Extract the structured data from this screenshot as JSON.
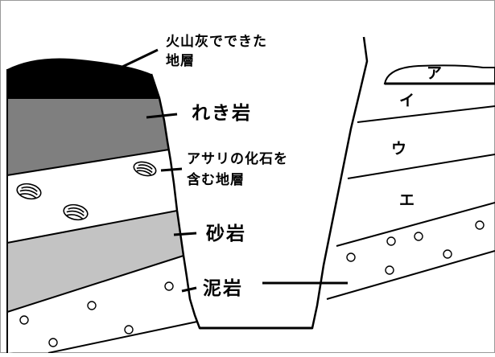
{
  "diagram": {
    "left_labels": {
      "ash_layer": [
        "火山灰でできた",
        "地層"
      ],
      "conglomerate": "れき岩",
      "asari_fossil_layer": [
        "アサリの化石を",
        "含む地層"
      ],
      "sandstone": "砂岩",
      "mudstone": "泥岩"
    },
    "right_labels": {
      "a": "ア",
      "i": "イ",
      "u": "ウ",
      "e": "エ"
    }
  }
}
